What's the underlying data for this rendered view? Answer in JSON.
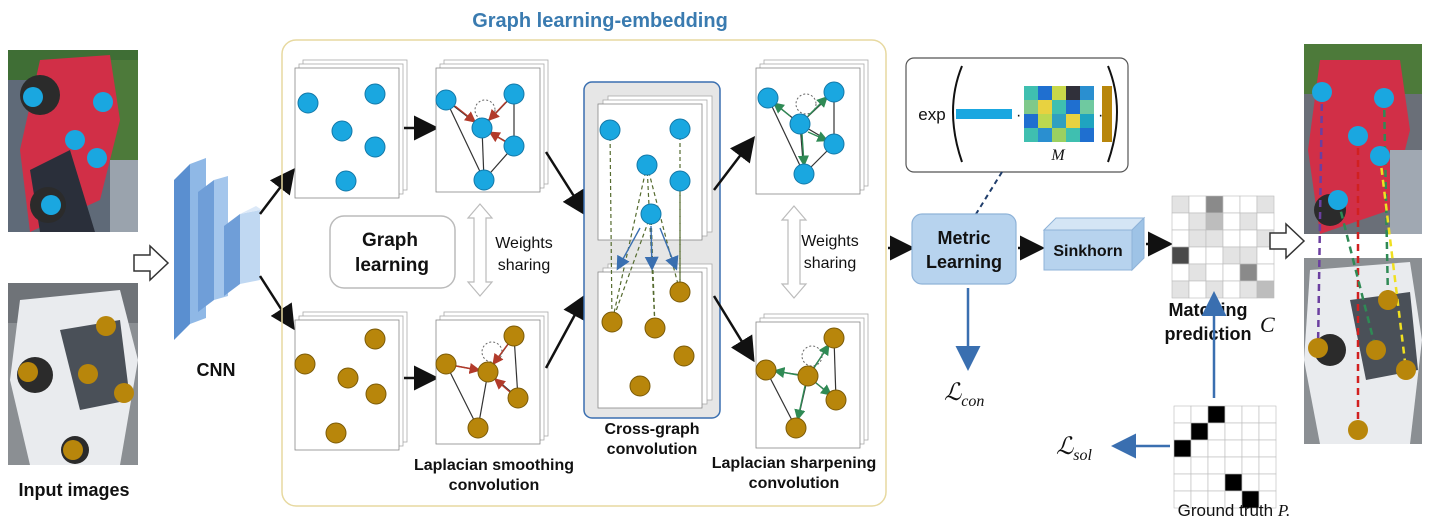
{
  "title": "Graph learning-embedding",
  "labels": {
    "input_images": "Input images",
    "cnn": "CNN",
    "graph_learning_line1": "Graph",
    "graph_learning_line2": "learning",
    "weights_sharing_1_line1": "Weights",
    "weights_sharing_1_line2": "sharing",
    "weights_sharing_2_line1": "Weights",
    "weights_sharing_2_line2": "sharing",
    "laplacian_smoothing_line1": "Laplacian smoothing",
    "laplacian_smoothing_line2": "convolution",
    "cross_graph_line1": "Cross-graph",
    "cross_graph_line2": "convolution",
    "laplacian_sharpening_line1": "Laplacian sharpening",
    "laplacian_sharpening_line2": "convolution",
    "metric_learning_line1": "Metric",
    "metric_learning_line2": "Learning",
    "sinkhorn": "Sinkhorn",
    "matching_line1": "Matching",
    "matching_line2": "prediction",
    "matching_symbol": "C",
    "exp": "exp",
    "matrix_symbol": "M",
    "loss_con_base": "ℒ",
    "loss_con_sub": "con",
    "loss_sol_base": "ℒ",
    "loss_sol_sub": "sol",
    "ground_truth": "Ground truth",
    "ground_truth_symbol": "P."
  },
  "colors": {
    "title": "#3a7bb0",
    "blue_node": "#1aa7e0",
    "gold_node": "#b8860b",
    "cnn_block": "#8fb8e6",
    "metric_box": "#b7d3ee",
    "sinkhorn_box": "#b7d3ee",
    "red_edge": "#b23a2a",
    "green_edge": "#2f8a55",
    "frame_border": "#e7d9a0"
  }
}
